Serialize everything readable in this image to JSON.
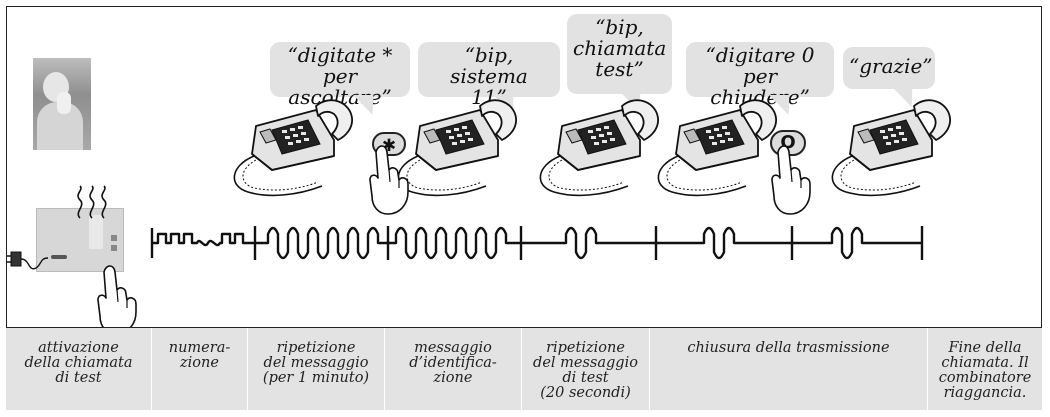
{
  "bubbles": [
    {
      "id": "b1",
      "text": "“digitate *\nper ascoltare”"
    },
    {
      "id": "b2",
      "text": "“bip, sistema\n11”"
    },
    {
      "id": "b3",
      "text": "“bip,\nchiamata\ntest”"
    },
    {
      "id": "b4",
      "text": "“digitare 0\nper chiudere”"
    },
    {
      "id": "b5",
      "text": "“grazie”"
    }
  ],
  "keys": [
    {
      "id": "star",
      "symbol": "✱"
    },
    {
      "id": "zero",
      "symbol": "O"
    }
  ],
  "steps": [
    {
      "label": "attivazione\ndella chiamata\ndi test"
    },
    {
      "label": "numera-\nzione"
    },
    {
      "label": "ripetizione\ndel messaggio\n(per 1 minuto)"
    },
    {
      "label": "messaggio\nd’identifica-\nzione"
    },
    {
      "label": "ripetizione\ndel messaggio\ndi test\n(20 secondi)"
    },
    {
      "label": "chiusura della trasmissione"
    },
    {
      "label": "Fine della\nchiamata. Il\ncombinatore\nriaggancia."
    }
  ],
  "colors": {
    "bubble": "#e2e2e2",
    "footer": "#e3e3e3",
    "line": "#111111"
  }
}
